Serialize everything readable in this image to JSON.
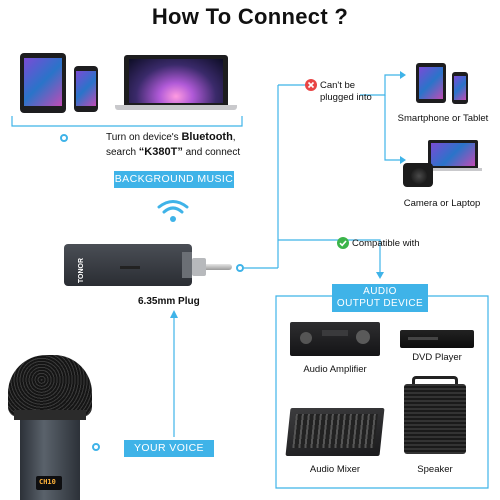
{
  "title": "How To Connect ?",
  "bluetooth_instruction": {
    "line1_prefix": "Turn on device's ",
    "line1_bold": "Bluetooth",
    "line1_suffix": ",",
    "line2_prefix": "search ",
    "line2_bold": "“K380T”",
    "line2_suffix": " and connect"
  },
  "badges": {
    "background_music": "BACKGROUND MUSIC",
    "your_voice": "YOUR VOICE",
    "audio_output_line1": "AUDIO",
    "audio_output_line2": "OUTPUT DEVICE"
  },
  "cannot": {
    "line1": "Can't be",
    "line2": "plugged into"
  },
  "compatible": "Compatible with",
  "plug_label": "6.35mm Plug",
  "devices": {
    "phone_tablet": "Smartphone or Tablet",
    "camera_laptop": "Camera or Laptop",
    "amplifier": "Audio Amplifier",
    "dvd": "DVD Player",
    "mixer": "Audio Mixer",
    "speaker": "Speaker"
  },
  "receiver_brand": "TONOR",
  "mic_display": "CH10",
  "colors": {
    "accent": "#3fb3e8",
    "error": "#e84545",
    "success": "#3cb44a"
  }
}
